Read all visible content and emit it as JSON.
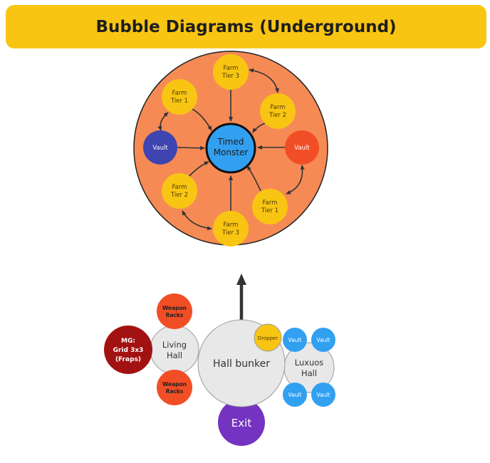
{
  "title": "Bubble Diagrams (Underground)",
  "colors": {
    "title_bg": "#f9c513",
    "big_circle": "#f58a55",
    "farm": "#f9c513",
    "vault_blue": "#3e44b0",
    "vault_red": "#f24e25",
    "timed_monster": "#32a0f0",
    "hall": "#e8e8e8",
    "weapon": "#f24e25",
    "mg": "#a31212",
    "exit": "#7433c0",
    "lux_vault": "#32a0f0",
    "arrow": "#333333"
  },
  "top": {
    "center": {
      "line1": "Timed",
      "line2": "Monster"
    },
    "farm_t3_top": {
      "line1": "Farm",
      "line2": "Tier 3"
    },
    "farm_t1_left": {
      "line1": "Farm",
      "line2": "Tier 1"
    },
    "farm_t2_right": {
      "line1": "Farm",
      "line2": "Tier 2"
    },
    "vault_left": "Vault",
    "vault_right": "Vault",
    "farm_t2_left": {
      "line1": "Farm",
      "line2": "Tier 2"
    },
    "farm_t1_right": {
      "line1": "Farm",
      "line2": "Tier 1"
    },
    "farm_t3_bottom": {
      "line1": "Farm",
      "line2": "Tier 3"
    }
  },
  "bottom": {
    "hall_bunker": "Hall bunker",
    "dropper": "Dropper",
    "living_hall": {
      "line1": "Living",
      "line2": "Hall"
    },
    "weapon_racks_top": {
      "line1": "Weapon",
      "line2": "Racks"
    },
    "weapon_racks_bottom": {
      "line1": "Weapon",
      "line2": "Racks"
    },
    "mg": {
      "line1": "MG:",
      "line2": "Grid 3x3",
      "line3": "(Fraps)"
    },
    "luxuos_hall": {
      "line1": "Luxuos",
      "line2": "Hall"
    },
    "lux_vaults": [
      "Vault",
      "Vault",
      "Vault",
      "Vault"
    ],
    "exit": "Exit"
  }
}
